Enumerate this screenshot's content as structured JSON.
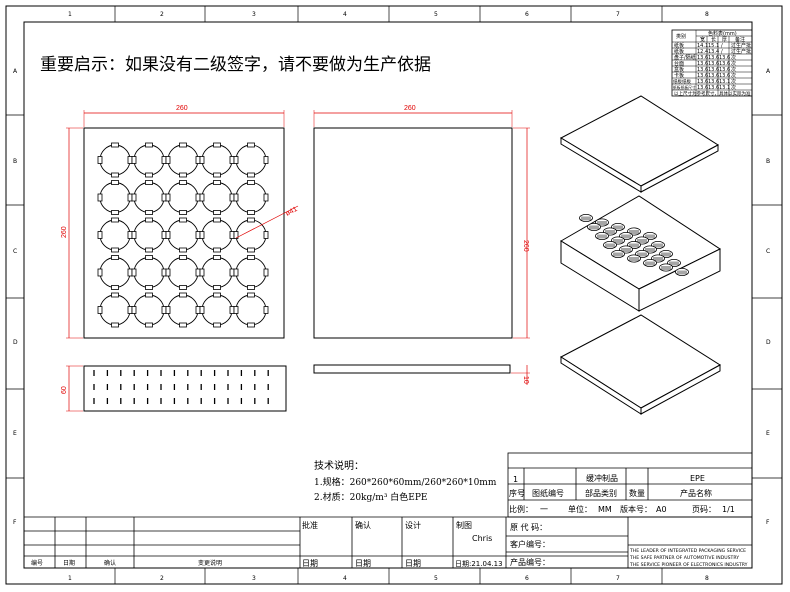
{
  "notice": "重要启示：如果没有二级签字，请不要做为生产依据",
  "border": {
    "top_numbers": [
      "1",
      "2",
      "3",
      "4",
      "5",
      "6",
      "7",
      "8"
    ],
    "bottom_numbers": [
      "1",
      "2",
      "3",
      "4",
      "5",
      "6",
      "7",
      "8"
    ],
    "side_letters": [
      "A",
      "B",
      "C",
      "D",
      "E",
      "F"
    ]
  },
  "front_view": {
    "width_dim": "260",
    "height_dim": "260",
    "hole_dim": "ø41",
    "rows": 5,
    "cols": 5
  },
  "side_view": {
    "height_dim": "60"
  },
  "lid_view": {
    "width_dim": "260",
    "height_dim": "260",
    "thickness_dim": "10"
  },
  "tech_notes": {
    "title": "技术说明：",
    "line1": "1.规格：260*260*60mm/260*260*10mm",
    "line2": "2.材质：20kg/m³  白色EPE"
  },
  "material_table": {
    "title": "色料表(mm)",
    "headers": [
      "类别",
      "宽",
      "长",
      "厚",
      "备注"
    ],
    "rows": [
      [
        "纸板",
        "14.1",
        "15.1",
        "/",
        "过生产批"
      ],
      [
        "纸板",
        "12.4",
        "13.4",
        "/",
        "过生产批"
      ],
      [
        "盘子/隔纸",
        "13.6",
        "13.6",
        "13.6",
        "次"
      ],
      [
        "台面",
        "13.6",
        "13.6",
        "13.6",
        "次"
      ],
      [
        "盒板",
        "13.6",
        "13.6",
        "13.6",
        "次"
      ],
      [
        "卡板",
        "13.6",
        "13.6",
        "13.6",
        "次"
      ],
      [
        "纸板纸板",
        "13.6",
        "13.6",
        "13.1",
        "次"
      ],
      [
        "纸板纸板尺寸",
        "13.6",
        "13.6",
        "13.1",
        "次"
      ]
    ],
    "footer": "以上尺寸为参考尺寸，具体以实际为准"
  },
  "title_block": {
    "item_no": "1",
    "category_value": "缓冲制品",
    "product_name_value": "EPE",
    "col_seq": "序号",
    "col_drawing_no": "图纸编号",
    "col_category": "部品类别",
    "col_qty": "数量",
    "col_product_name": "产品名称",
    "scale_label": "比例：",
    "scale_value": "一",
    "unit_label": "单位：",
    "unit_value": "MM",
    "version_label": "版本号：",
    "version_value": "A0",
    "page_label": "页码：",
    "page_value": "1/1",
    "approve": "批准",
    "confirm": "确认",
    "design": "设计",
    "draw": "制图",
    "drafter": "Chris",
    "date": "日期",
    "date_value": "日期:21.04.13",
    "original_code": "原 代 码：",
    "customer_code": "客户编号：",
    "product_code": "产品编号：",
    "slogan1": "THE LEADER OF INTEGRATED PACKAGING SERVICE",
    "slogan2": "THE SAFE PARTNER OF AUTOMOTIVE INDUSTRY",
    "slogan3": "THE SERVICE PIONEER OF ELECTRONICS INDUSTRY"
  },
  "revision_block": {
    "col_no": "编号",
    "col_date": "日期",
    "col_confirm": "确认",
    "col_desc": "变更说明"
  },
  "colors": {
    "line": "#000000",
    "dimension": "#e00000"
  }
}
